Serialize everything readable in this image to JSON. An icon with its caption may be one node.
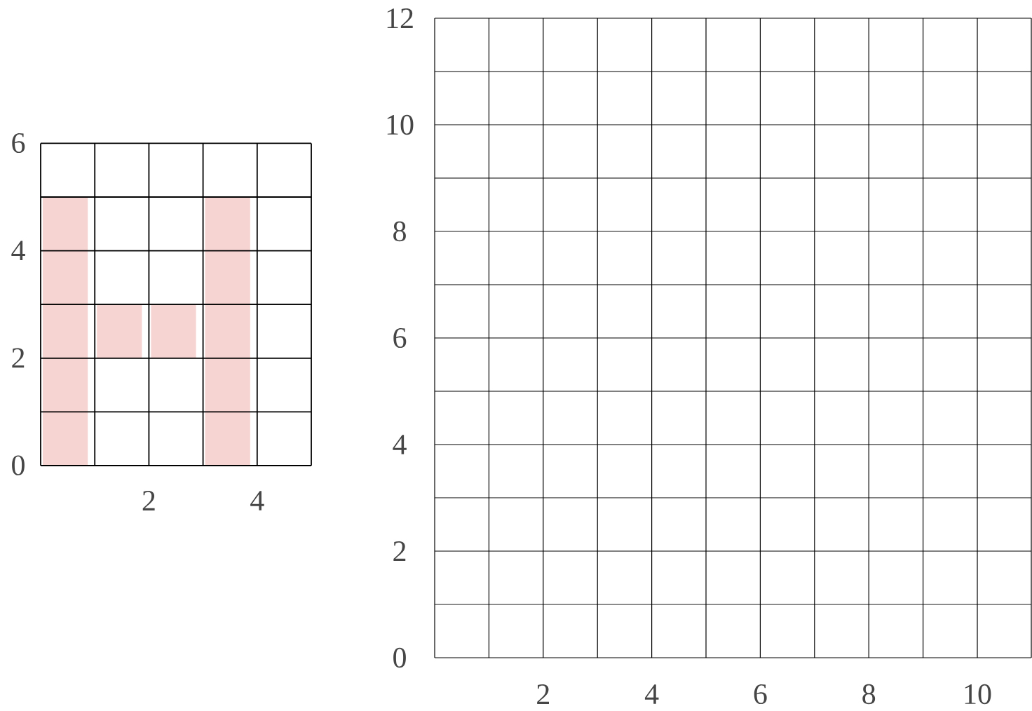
{
  "diagram": {
    "labels": [
      "6",
      "4",
      "2",
      "0",
      "2",
      "4",
      "12",
      "10",
      "8",
      "6",
      "4",
      "2",
      "0",
      "2",
      "4",
      "6",
      "8",
      "10"
    ]
  }
}
